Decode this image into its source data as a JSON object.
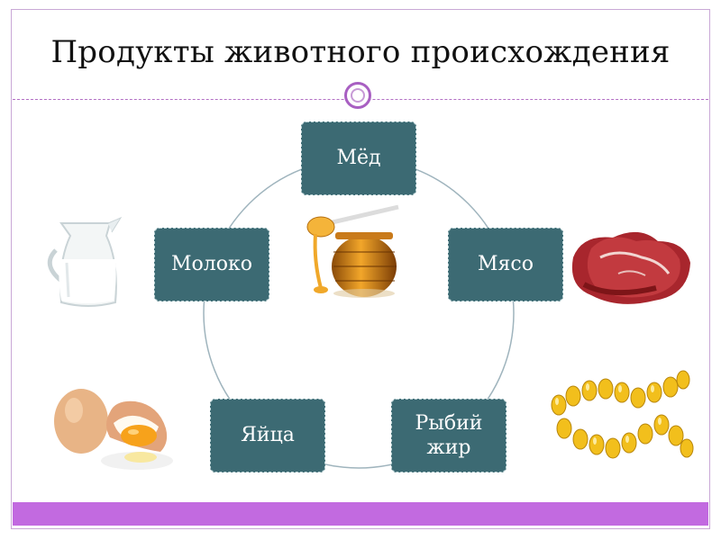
{
  "slide": {
    "title": "Продукты животного происхождения"
  },
  "diagram": {
    "nodes": [
      {
        "id": "honey",
        "label": "Мёд"
      },
      {
        "id": "meat",
        "label": "Мясо"
      },
      {
        "id": "fish-oil",
        "label": "Рыбий жир"
      },
      {
        "id": "eggs",
        "label": "Яйца"
      },
      {
        "id": "milk",
        "label": "Молоко"
      }
    ]
  },
  "images": [
    "honey-jar-icon",
    "milk-jug-icon",
    "meat-steaks-icon",
    "eggs-icon",
    "fish-oil-capsules-icon"
  ],
  "colors": {
    "node_fill": "#3c6a73",
    "accent_purple": "#c26ae0",
    "cycle_line": "#9fb4bd"
  }
}
